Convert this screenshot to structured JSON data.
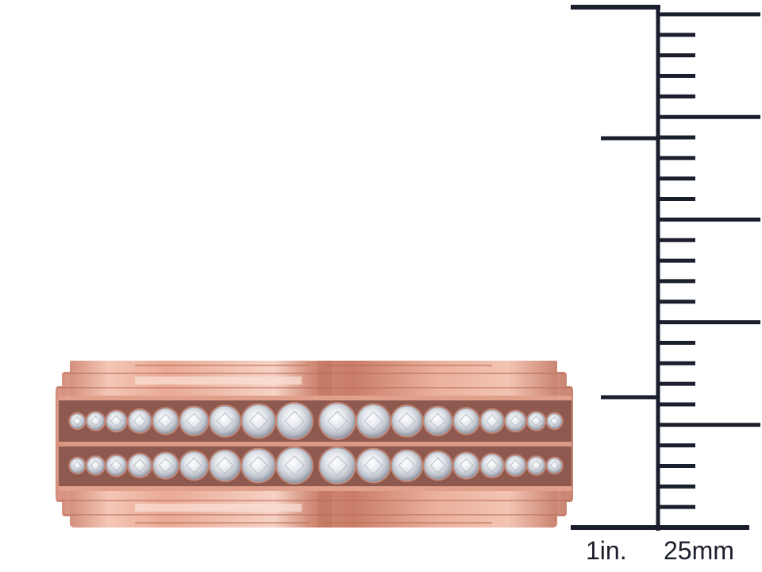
{
  "scale": {
    "inch_label": "1in.",
    "mm_label": "25mm",
    "line_color": "#1b1e2c"
  },
  "ring": {
    "metal": "rose gold",
    "metal_colors": [
      "#f6cdc0",
      "#e9a894",
      "#d9917c",
      "#c07562",
      "#a85a4a"
    ],
    "stone_rows": 2,
    "stone_color": "#eef0f3"
  }
}
